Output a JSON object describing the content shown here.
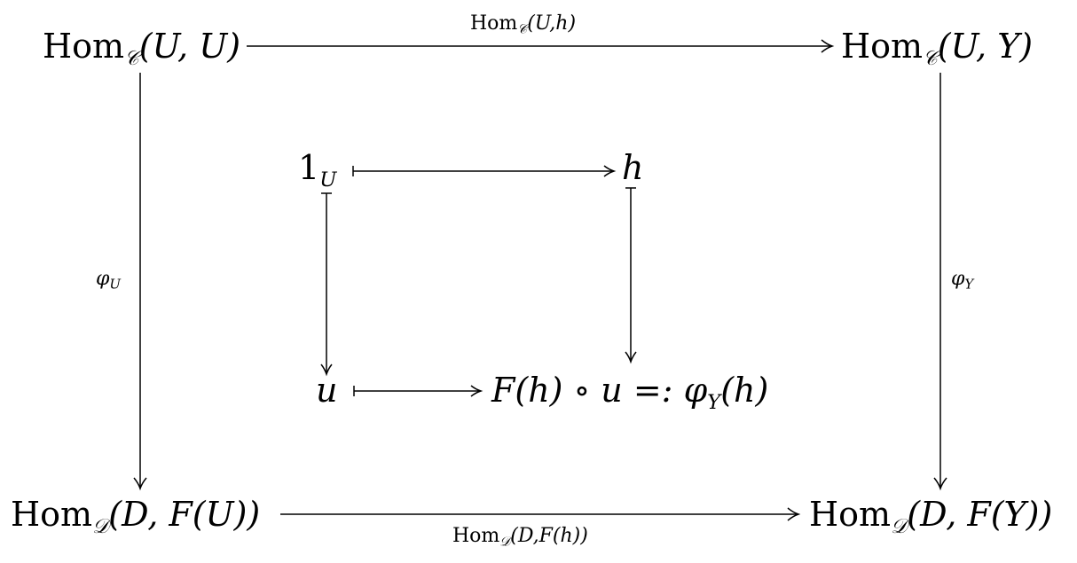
{
  "objects": {
    "top_left": {
      "hom": "Hom",
      "cat": "𝒞",
      "args": "(U, U)"
    },
    "top_right": {
      "hom": "Hom",
      "cat": "𝒞",
      "args": "(U, Y)"
    },
    "bottom_left": {
      "hom": "Hom",
      "cat": "𝒟",
      "args": "(D, F(U))"
    },
    "bottom_right": {
      "hom": "Hom",
      "cat": "𝒟",
      "args": "(D, F(Y))"
    }
  },
  "morphisms": {
    "top": {
      "hom": "Hom",
      "cat": "𝒞",
      "args": "(U,h)"
    },
    "bottom": {
      "hom": "Hom",
      "cat": "𝒟",
      "args": "(D,F(h))"
    },
    "left": {
      "base": "φ",
      "sub": "U"
    },
    "right": {
      "base": "φ",
      "sub": "Y"
    }
  },
  "elements": {
    "identity": {
      "base": "1",
      "sub": "U"
    },
    "h": "h",
    "u": "u",
    "result": {
      "lhs": "F(h) ∘ u =: ",
      "phi": "φ",
      "phi_sub": "Y",
      "phi_arg": "(h)"
    }
  }
}
